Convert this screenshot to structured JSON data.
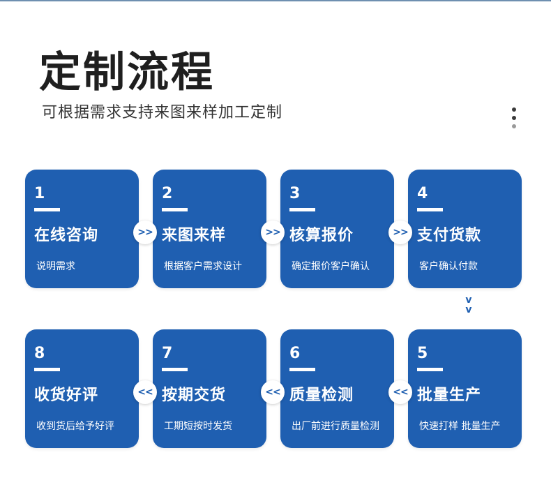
{
  "header": {
    "title": "定制流程",
    "subtitle": "可根据需求支持来图来样加工定制"
  },
  "steps": [
    {
      "num": "1",
      "name": "在线咨询",
      "desc": "说明需求"
    },
    {
      "num": "2",
      "name": "来图来样",
      "desc": "根据客户需求设计"
    },
    {
      "num": "3",
      "name": "核算报价",
      "desc": "确定报价客户确认"
    },
    {
      "num": "4",
      "name": "支付货款",
      "desc": "客户确认付款"
    },
    {
      "num": "5",
      "name": "批量生产",
      "desc": "快速打样 批量生产"
    },
    {
      "num": "6",
      "name": "质量检测",
      "desc": "出厂前进行质量检测"
    },
    {
      "num": "7",
      "name": "按期交货",
      "desc": "工期短按时发货"
    },
    {
      "num": "8",
      "name": "收货好评",
      "desc": "收到货后给予好评"
    }
  ],
  "connectors": {
    "forward": ">>",
    "backward": "<<",
    "down": "v"
  },
  "colors": {
    "card": "#1f5fb1",
    "title": "#1f1f1f",
    "subtitle": "#333333"
  },
  "icons": {
    "more": "vertical-ellipsis-icon"
  }
}
